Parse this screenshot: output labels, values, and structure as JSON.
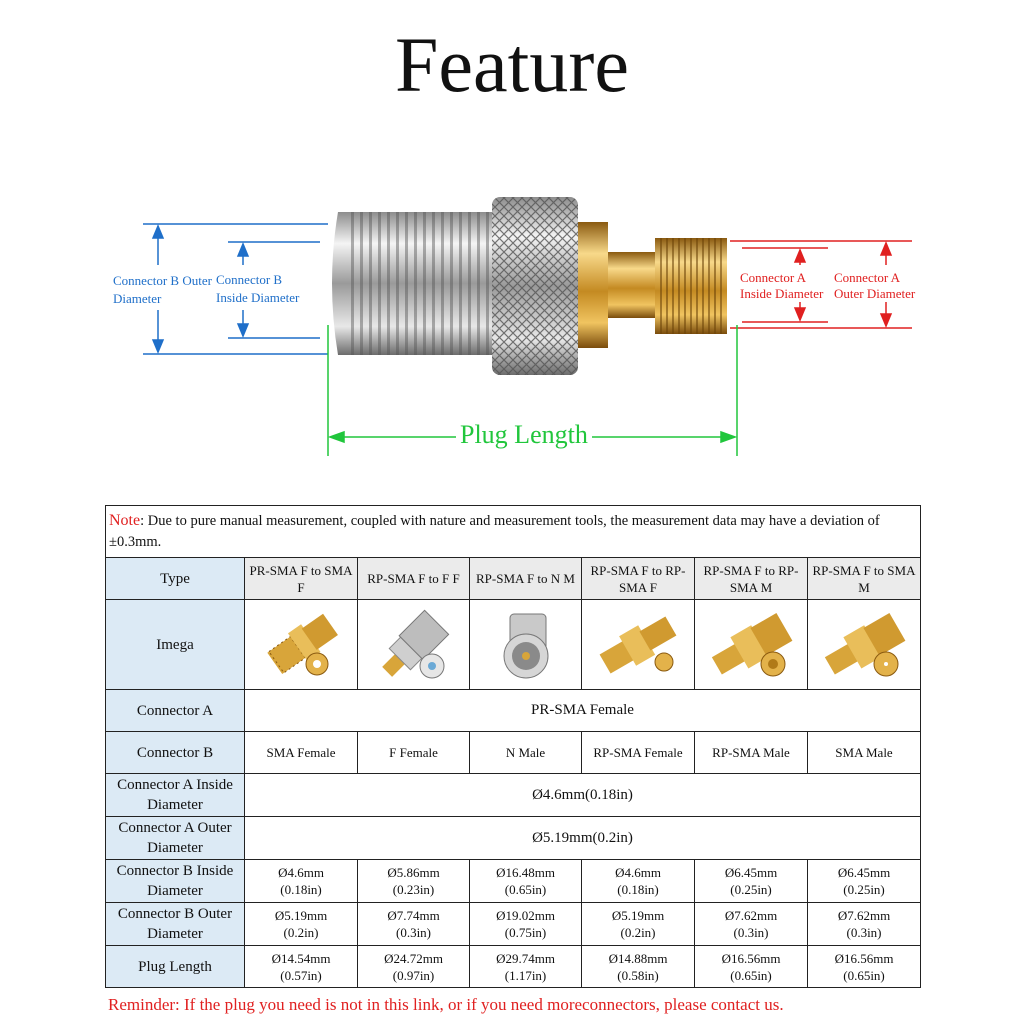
{
  "title": "Feature",
  "diagram": {
    "connector_b_outer": "Connector B Outer Diameter",
    "connector_b_inside": "Connector B Inside Diameter",
    "connector_a_inside": "Connector A Inside Diameter",
    "connector_a_outer": "Connector A Outer Diameter",
    "plug_length": "Plug Length",
    "colors": {
      "blue": "#1f6fc9",
      "red": "#e02020",
      "green": "#21c63c"
    }
  },
  "table": {
    "note_label": "Note",
    "note_text": ": Due to pure manual measurement, coupled with nature and measurement tools, the measurement data may have a deviation of ±0.3mm.",
    "row_labels": {
      "type": "Type",
      "image": "Imega",
      "connector_a": "Connector A",
      "connector_b": "Connector B",
      "a_inside": "Connector A Inside Diameter",
      "a_outer": "Connector A Outer Diameter",
      "b_inside": "Connector B Inside Diameter",
      "b_outer": "Connector B Outer Diameter",
      "plug_length": "Plug Length"
    },
    "connector_a_value": "PR-SMA Female",
    "a_inside_value": "Ø4.6mm(0.18in)",
    "a_outer_value": "Ø5.19mm(0.2in)",
    "columns": [
      {
        "type": "PR-SMA F to SMA F",
        "image_icon": "gold-sma-female-adapter",
        "connector_b": "SMA Female",
        "b_inside_mm": "Ø4.6mm",
        "b_inside_in": "(0.18in)",
        "b_outer_mm": "Ø5.19mm",
        "b_outer_in": "(0.2in)",
        "plug_mm": "Ø14.54mm",
        "plug_in": "(0.57in)"
      },
      {
        "type": "RP-SMA F to F F",
        "image_icon": "silver-f-female-adapter",
        "connector_b": "F Female",
        "b_inside_mm": "Ø5.86mm",
        "b_inside_in": "(0.23in)",
        "b_outer_mm": "Ø7.74mm",
        "b_outer_in": "(0.3in)",
        "plug_mm": "Ø24.72mm",
        "plug_in": "(0.97in)"
      },
      {
        "type": "RP-SMA F to N M",
        "image_icon": "silver-n-male-adapter",
        "connector_b": "N Male",
        "b_inside_mm": "Ø16.48mm",
        "b_inside_in": "(0.65in)",
        "b_outer_mm": "Ø19.02mm",
        "b_outer_in": "(0.75in)",
        "plug_mm": "Ø29.74mm",
        "plug_in": "(1.17in)"
      },
      {
        "type": "RP-SMA F to RP-SMA F",
        "image_icon": "gold-rp-sma-female-adapter",
        "connector_b": "RP-SMA Female",
        "b_inside_mm": "Ø4.6mm",
        "b_inside_in": "(0.18in)",
        "b_outer_mm": "Ø5.19mm",
        "b_outer_in": "(0.2in)",
        "plug_mm": "Ø14.88mm",
        "plug_in": "(0.58in)"
      },
      {
        "type": "RP-SMA F to RP-SMA M",
        "image_icon": "gold-rp-sma-male-adapter",
        "connector_b": "RP-SMA Male",
        "b_inside_mm": "Ø6.45mm",
        "b_inside_in": "(0.25in)",
        "b_outer_mm": "Ø7.62mm",
        "b_outer_in": "(0.3in)",
        "plug_mm": "Ø16.56mm",
        "plug_in": "(0.65in)"
      },
      {
        "type": "RP-SMA F to SMA M",
        "image_icon": "gold-sma-male-adapter",
        "connector_b": "SMA Male",
        "b_inside_mm": "Ø6.45mm",
        "b_inside_in": "(0.25in)",
        "b_outer_mm": "Ø7.62mm",
        "b_outer_in": "(0.3in)",
        "plug_mm": "Ø16.56mm",
        "plug_in": "(0.65in)"
      }
    ]
  },
  "reminder": "Reminder: If the plug you need is not in this link, or if you need moreconnectors, please contact us."
}
